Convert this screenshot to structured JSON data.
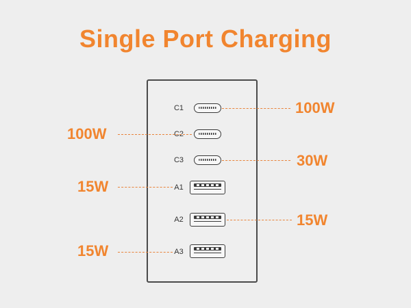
{
  "title": "Single Port Charging",
  "accent_color": "#f1852f",
  "ports": [
    {
      "id": "C1",
      "type": "usb-c",
      "watt": "100W",
      "side": "right"
    },
    {
      "id": "C2",
      "type": "usb-c",
      "watt": "100W",
      "side": "left"
    },
    {
      "id": "C3",
      "type": "usb-c",
      "watt": "30W",
      "side": "right"
    },
    {
      "id": "A1",
      "type": "usb-a",
      "watt": "15W",
      "side": "left"
    },
    {
      "id": "A2",
      "type": "usb-a",
      "watt": "15W",
      "side": "right"
    },
    {
      "id": "A3",
      "type": "usb-a",
      "watt": "15W",
      "side": "left"
    }
  ]
}
